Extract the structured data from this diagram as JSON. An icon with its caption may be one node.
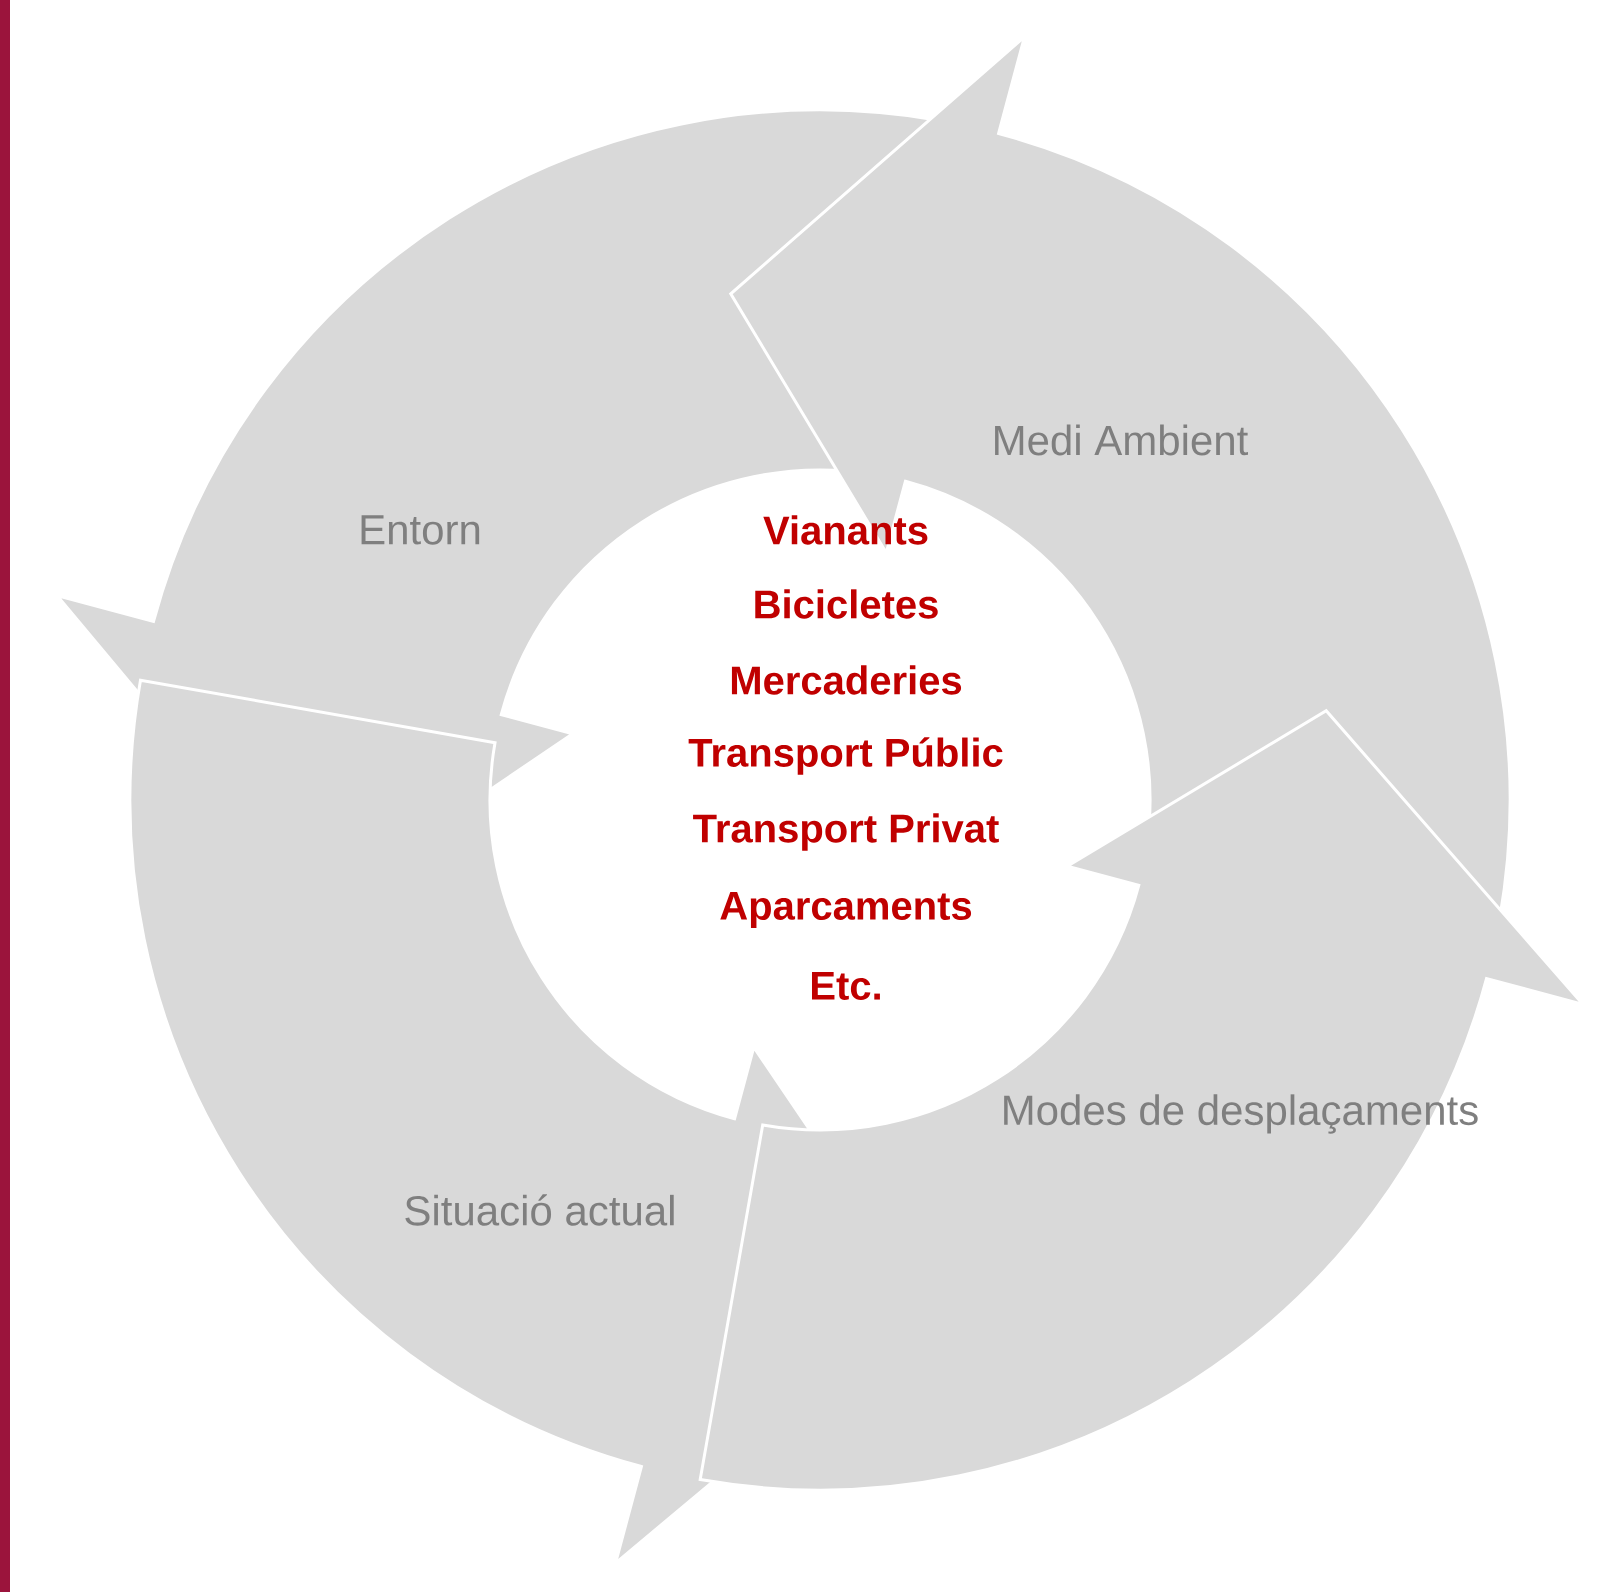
{
  "diagram": {
    "nodes": [
      {
        "text": [
          "Medi Ambient"
        ]
      },
      {
        "text": [
          "Entorn"
        ]
      },
      {
        "text": [
          "Modes de desplaçaments"
        ]
      },
      {
        "text": [
          "Situació actual"
        ]
      }
    ],
    "labels": [
      "Vianants",
      "Bicicletes",
      "Mercaderies",
      "Transport Públic",
      "Transport Privat",
      "Aparcaments",
      "Etc."
    ]
  }
}
